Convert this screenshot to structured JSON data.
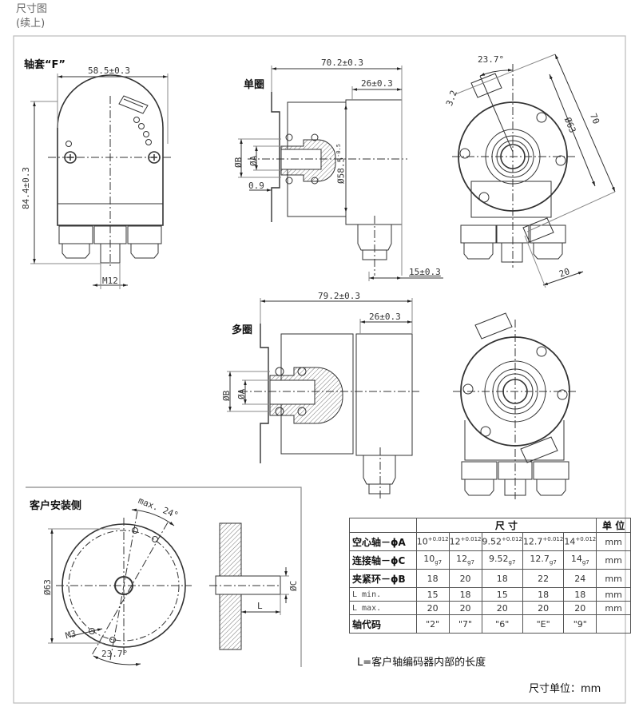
{
  "header": {
    "title": "尺寸图",
    "subtitle": "(续上)"
  },
  "views": {
    "front_f": {
      "label": "轴套“F”",
      "width_dim": "58.5±0.3",
      "height_dim": "84.4±0.3",
      "connector_dim": "M12"
    },
    "side_single": {
      "label": "单圈",
      "length_dim": "70.2±0.3",
      "housing_dim": "26±0.3",
      "dia_dim": "Ø58.5",
      "dia_tol": "-0.5",
      "flange_dim": "0.9",
      "connector_dim": "15±0.3",
      "phi_b": "ØB",
      "phi_a": "ØA"
    },
    "rear_single": {
      "angle_dim": "23.7°",
      "offset_dim": "3.2",
      "bolt_dim": "Ø63",
      "span_dim": "70",
      "tab_dim": "20"
    },
    "side_multi": {
      "label": "多圈",
      "length_dim": "79.2±0.3",
      "housing_dim": "26±0.3",
      "phi_b": "ØB",
      "phi_a": "ØA"
    },
    "customer_side": {
      "label": "客户安装侧",
      "max_angle": "max. 24°",
      "dia_dim": "Ø63",
      "thread": "M3",
      "angle_dim": "23.7°",
      "shaft_dim": "ØC",
      "length_label": "L"
    }
  },
  "table": {
    "header_size": "尺  寸",
    "header_unit": "单 位",
    "rows": [
      {
        "label": "空心轴－ϕA",
        "cells": [
          {
            "v": "10",
            "s": "+0.012"
          },
          {
            "v": "12",
            "s": "+0.012"
          },
          {
            "v": "9.52",
            "s": "+0.012"
          },
          {
            "v": "12.7",
            "s": "+0.012"
          },
          {
            "v": "14",
            "s": "+0.012"
          }
        ],
        "unit": "mm"
      },
      {
        "label": "连接轴－ϕC",
        "cells": [
          {
            "v": "10",
            "b": "g7"
          },
          {
            "v": "12",
            "b": "g7"
          },
          {
            "v": "9.52",
            "b": "g7"
          },
          {
            "v": "12.7",
            "b": "g7"
          },
          {
            "v": "14",
            "b": "g7"
          }
        ],
        "unit": "mm"
      },
      {
        "label": "夹紧环－ϕB",
        "cells": [
          {
            "v": "18"
          },
          {
            "v": "20"
          },
          {
            "v": "18"
          },
          {
            "v": "22"
          },
          {
            "v": "24"
          }
        ],
        "unit": "mm"
      },
      {
        "label": "L min.",
        "cells": [
          {
            "v": "15"
          },
          {
            "v": "18"
          },
          {
            "v": "15"
          },
          {
            "v": "18"
          },
          {
            "v": "18"
          }
        ],
        "unit": "mm"
      },
      {
        "label": "L max.",
        "cells": [
          {
            "v": "20"
          },
          {
            "v": "20"
          },
          {
            "v": "20"
          },
          {
            "v": "20"
          },
          {
            "v": "20"
          }
        ],
        "unit": "mm"
      },
      {
        "label": "轴代码",
        "cells": [
          {
            "v": "\"2\""
          },
          {
            "v": "\"7\""
          },
          {
            "v": "\"6\""
          },
          {
            "v": "\"E\""
          },
          {
            "v": "\"9\""
          }
        ],
        "unit": ""
      }
    ]
  },
  "notes": {
    "length_note": "L=客户轴编码器内部的长度",
    "unit_note": "尺寸单位：mm"
  }
}
